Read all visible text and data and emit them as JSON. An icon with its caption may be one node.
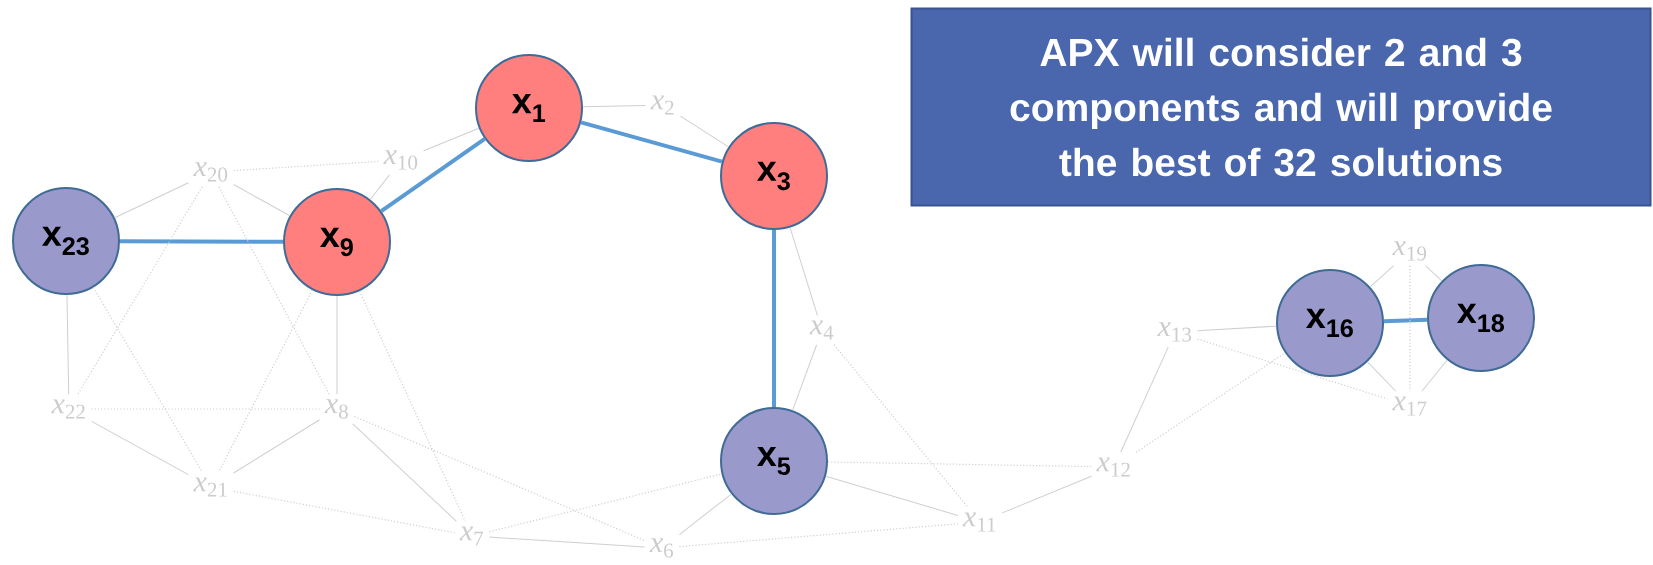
{
  "diagram": {
    "nodes": [
      {
        "text": [
          "x$_{1}$"
        ]
      },
      {
        "text": [
          "*x*$_{2}$"
        ]
      },
      {
        "text": [
          "APX will consider 2 and 3 components and will provide the best of 32 solutions"
        ]
      },
      {
        "text": [
          "*x*$_{10}$"
        ]
      },
      {
        "text": [
          "*x*$_{20}$"
        ]
      },
      {
        "text": [
          "x$_{3}$"
        ]
      },
      {
        "text": [
          "x$_{23}$"
        ]
      },
      {
        "text": [
          "x$_{9}$"
        ]
      },
      {
        "text": [
          "*x*$_{19}$"
        ]
      },
      {
        "text": [
          "x$_{16}$"
        ]
      },
      {
        "text": [
          "x$_{18}$"
        ]
      },
      {
        "text": [
          "*x*$_{4}$"
        ]
      },
      {
        "text": [
          "*x*$_{13}$"
        ]
      },
      {
        "text": [
          "*x*$_{22}$"
        ]
      },
      {
        "text": [
          "*x*$_{8}$"
        ]
      },
      {
        "text": [
          "*x*$_{17}$"
        ]
      },
      {
        "text": [
          "x$_{5}$"
        ]
      },
      {
        "text": [
          "*x*$_{12}$"
        ]
      },
      {
        "text": [
          "*x*$_{21}$"
        ]
      },
      {
        "text": [
          "*x*$_{11}$"
        ]
      },
      {
        "text": [
          "*x*$_{7}$"
        ]
      },
      {
        "text": [
          "*x*$_{6}$"
        ]
      }
    ],
    "edges": [
      {
        "from": 6,
        "to": 7,
        "arrow": "none",
        "style": "thick",
        "color": "#5b9bd5"
      },
      {
        "from": 7,
        "to": 0,
        "arrow": "none",
        "style": "thick",
        "color": "#5b9bd5"
      },
      {
        "from": 0,
        "to": 5,
        "arrow": "none",
        "style": "thick",
        "color": "#5b9bd5"
      },
      {
        "from": 5,
        "to": 16,
        "arrow": "none",
        "style": "thick",
        "color": "#5b9bd5"
      },
      {
        "from": 9,
        "to": 10,
        "arrow": "none",
        "style": "thick",
        "color": "#5b9bd5"
      },
      {
        "from": 6,
        "to": 4,
        "arrow": "none"
      },
      {
        "from": 4,
        "to": 7,
        "arrow": "none"
      },
      {
        "from": 7,
        "to": 3,
        "arrow": "none"
      },
      {
        "from": 3,
        "to": 0,
        "arrow": "none"
      },
      {
        "from": 0,
        "to": 1,
        "arrow": "none"
      },
      {
        "from": 1,
        "to": 5,
        "arrow": "none"
      },
      {
        "from": 5,
        "to": 11,
        "arrow": "none"
      },
      {
        "from": 11,
        "to": 16,
        "arrow": "none"
      },
      {
        "from": 6,
        "to": 13,
        "arrow": "none"
      },
      {
        "from": 7,
        "to": 14,
        "arrow": "none"
      },
      {
        "from": 13,
        "to": 18,
        "arrow": "none"
      },
      {
        "from": 18,
        "to": 14,
        "arrow": "none"
      },
      {
        "from": 14,
        "to": 20,
        "arrow": "none"
      },
      {
        "from": 20,
        "to": 21,
        "arrow": "none"
      },
      {
        "from": 21,
        "to": 16,
        "arrow": "none"
      },
      {
        "from": 16,
        "to": 19,
        "arrow": "none"
      },
      {
        "from": 19,
        "to": 17,
        "arrow": "none"
      },
      {
        "from": 17,
        "to": 12,
        "arrow": "none"
      },
      {
        "from": 12,
        "to": 9,
        "arrow": "none"
      },
      {
        "from": 9,
        "to": 8,
        "arrow": "none"
      },
      {
        "from": 9,
        "to": 15,
        "arrow": "none"
      },
      {
        "from": 10,
        "to": 8,
        "arrow": "none"
      },
      {
        "from": 10,
        "to": 15,
        "arrow": "none"
      },
      {
        "from": 4,
        "to": 3,
        "arrow": "none",
        "style": "dashed"
      },
      {
        "from": 13,
        "to": 14,
        "arrow": "none",
        "style": "dashed"
      },
      {
        "from": 18,
        "to": 20,
        "arrow": "none",
        "style": "dashed"
      },
      {
        "from": 4,
        "to": 14,
        "arrow": "none",
        "style": "dashed"
      },
      {
        "from": 4,
        "to": 13,
        "arrow": "none",
        "style": "dashed"
      },
      {
        "from": 6,
        "to": 18,
        "arrow": "none",
        "style": "dashed"
      },
      {
        "from": 7,
        "to": 18,
        "arrow": "none",
        "style": "dashed"
      },
      {
        "from": 7,
        "to": 20,
        "arrow": "none",
        "style": "dashed"
      },
      {
        "from": 14,
        "to": 21,
        "arrow": "none",
        "style": "dashed"
      },
      {
        "from": 21,
        "to": 19,
        "arrow": "none",
        "style": "dashed"
      },
      {
        "from": 16,
        "to": 17,
        "arrow": "none",
        "style": "dashed"
      },
      {
        "from": 20,
        "to": 16,
        "arrow": "none",
        "style": "dashed"
      },
      {
        "from": 12,
        "to": 15,
        "arrow": "none",
        "style": "dashed"
      },
      {
        "from": 8,
        "to": 15,
        "arrow": "none",
        "style": "dashed"
      },
      {
        "from": 11,
        "to": 19,
        "arrow": "none",
        "style": "dashed"
      },
      {
        "from": 17,
        "to": 9,
        "arrow": "none",
        "style": "dashed"
      }
    ]
  }
}
